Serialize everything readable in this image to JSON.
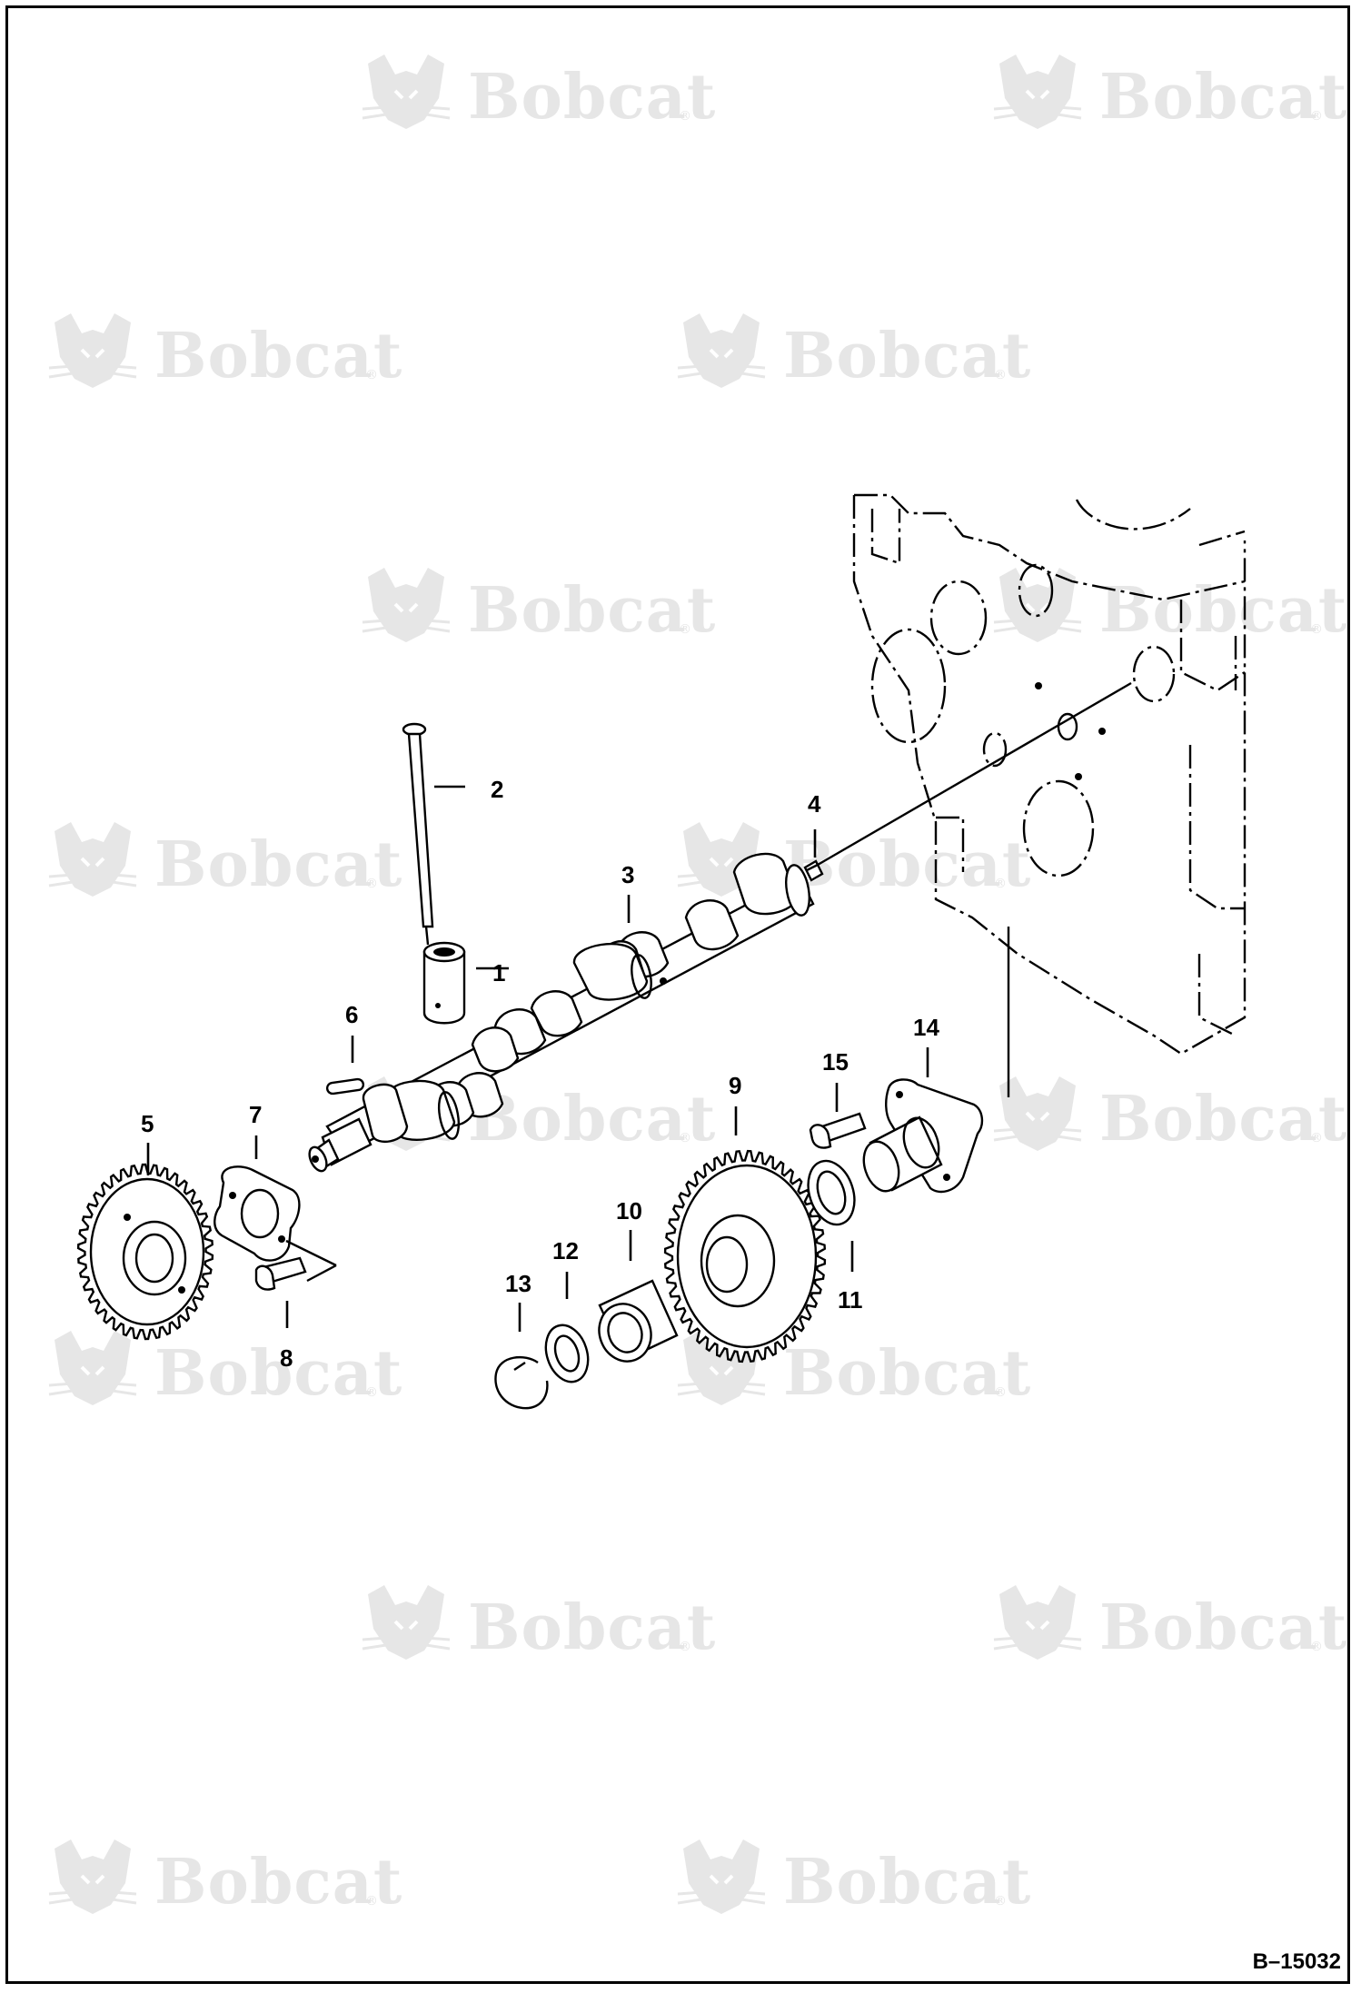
{
  "watermark": {
    "brand": "Bobcat",
    "registered_mark": "®",
    "color": "#e6e6e6"
  },
  "diagram": {
    "reference_code": "B–15032",
    "callouts": [
      {
        "id": "c1",
        "label": "1"
      },
      {
        "id": "c2",
        "label": "2"
      },
      {
        "id": "c3",
        "label": "3"
      },
      {
        "id": "c4",
        "label": "4"
      },
      {
        "id": "c5",
        "label": "5"
      },
      {
        "id": "c6",
        "label": "6"
      },
      {
        "id": "c7",
        "label": "7"
      },
      {
        "id": "c8",
        "label": "8"
      },
      {
        "id": "c9",
        "label": "9"
      },
      {
        "id": "c10",
        "label": "10"
      },
      {
        "id": "c11",
        "label": "11"
      },
      {
        "id": "c12",
        "label": "12"
      },
      {
        "id": "c13",
        "label": "13"
      },
      {
        "id": "c14",
        "label": "14"
      },
      {
        "id": "c15",
        "label": "15"
      }
    ],
    "parts_depicted": [
      "tappet",
      "push-rod",
      "camshaft",
      "plug",
      "cam-gear",
      "key",
      "thrust-plate",
      "bolt",
      "idler-gear",
      "bushing",
      "thrust-washer",
      "thrust-washer",
      "snap-ring",
      "idler-shaft",
      "bolt"
    ]
  }
}
